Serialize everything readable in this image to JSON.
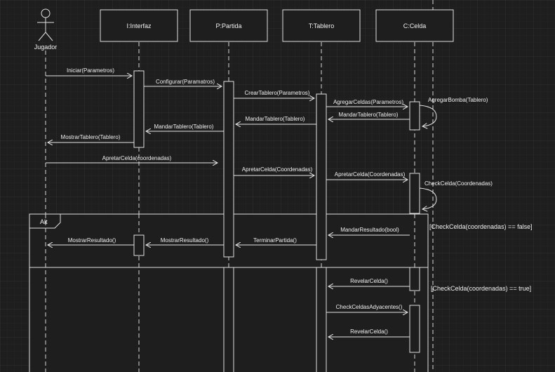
{
  "diagram": {
    "actor": {
      "name": "Jugador"
    },
    "participants": [
      {
        "id": "interfaz",
        "label": "I:Interfaz"
      },
      {
        "id": "partida",
        "label": "P:Partida"
      },
      {
        "id": "tablero",
        "label": "T:Tablero"
      },
      {
        "id": "celda",
        "label": "C:Celda"
      }
    ],
    "messages": [
      {
        "id": "m1",
        "label": "Iniciar(Parametros)"
      },
      {
        "id": "m2",
        "label": "Configurar(Paramatros)"
      },
      {
        "id": "m3",
        "label": "CrearTablero(Parametros)"
      },
      {
        "id": "m4",
        "label": "AgregarCeldas(Parametros)"
      },
      {
        "id": "m5",
        "label": "AgregarBomba(Tablero)"
      },
      {
        "id": "m6",
        "label": "MandarTablero(Tablero)"
      },
      {
        "id": "m7",
        "label": "MandarTablero(Tablero)"
      },
      {
        "id": "m8",
        "label": "MandarTablero(Tablero)"
      },
      {
        "id": "m9",
        "label": "MostrarTablero(Tablero)"
      },
      {
        "id": "m10",
        "label": "ApretarCelda(coordenadas)"
      },
      {
        "id": "m11",
        "label": "ApretarCelda(Coordenadas)"
      },
      {
        "id": "m12",
        "label": "ApretarCelda(Coordenadas)"
      },
      {
        "id": "m13",
        "label": "CheckCelda(Coordenadas)"
      },
      {
        "id": "m14",
        "label": "MandarResultado(bool)"
      },
      {
        "id": "m15",
        "label": "TerminarPartida()"
      },
      {
        "id": "m16",
        "label": "MostrarResultado()"
      },
      {
        "id": "m17",
        "label": "MostrarResultado()"
      },
      {
        "id": "m18",
        "label": "RevelarCelda()"
      },
      {
        "id": "m19",
        "label": "CheckCeldasAdyacentes()"
      },
      {
        "id": "m20",
        "label": "RevelarCelda()"
      }
    ],
    "fragment": {
      "operator": "Alt",
      "guards": [
        "[CheckCelda(coordenadas) == false]",
        "[CheckCelda(coordenadas) == true]"
      ]
    }
  }
}
